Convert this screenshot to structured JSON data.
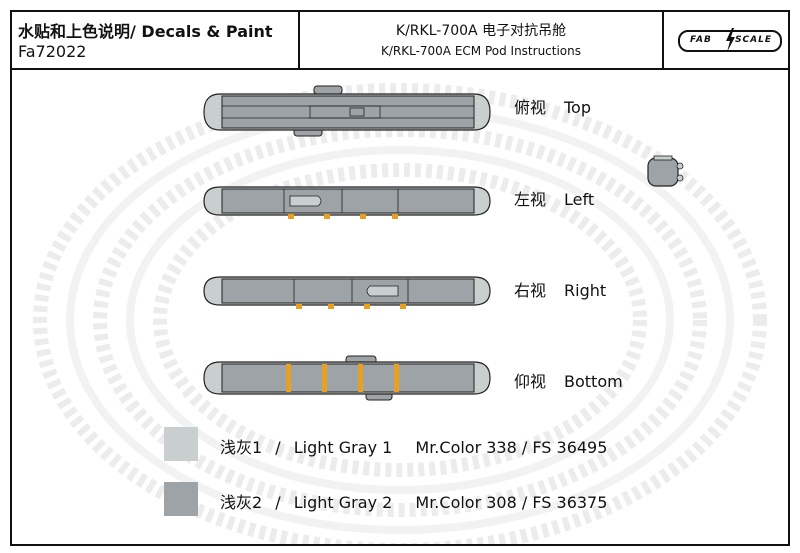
{
  "header": {
    "title": "水贴和上色说明/ Decals & Paint",
    "code": "Fa72022",
    "subtitle_zh": "K/RKL-700A 电子对抗吊舱",
    "subtitle_en": "K/RKL-700A ECM Pod Instructions",
    "logo_left": "FAB",
    "logo_right": "SCALE"
  },
  "views": [
    {
      "zh": "俯视",
      "en": "Top"
    },
    {
      "zh": "左视",
      "en": "Left"
    },
    {
      "zh": "右视",
      "en": "Right"
    },
    {
      "zh": "仰视",
      "en": "Bottom"
    }
  ],
  "colors": [
    {
      "zh": "浅灰1",
      "sep": "/",
      "en": "Light Gray 1",
      "ref": "Mr.Color 338 / FS 36495",
      "hex": "#c9cecf"
    },
    {
      "zh": "浅灰2",
      "sep": "/",
      "en": "Light Gray 2",
      "ref": "Mr.Color 308 / FS 36375",
      "hex": "#9ea3a7"
    }
  ],
  "accent": {
    "stripe": "#e8a020",
    "outline": "#222222"
  },
  "icons": [
    "pod-top-view-icon",
    "pod-left-view-icon",
    "pod-right-view-icon",
    "pod-bottom-view-icon",
    "pod-end-view-icon",
    "lightning-bolt-icon"
  ]
}
